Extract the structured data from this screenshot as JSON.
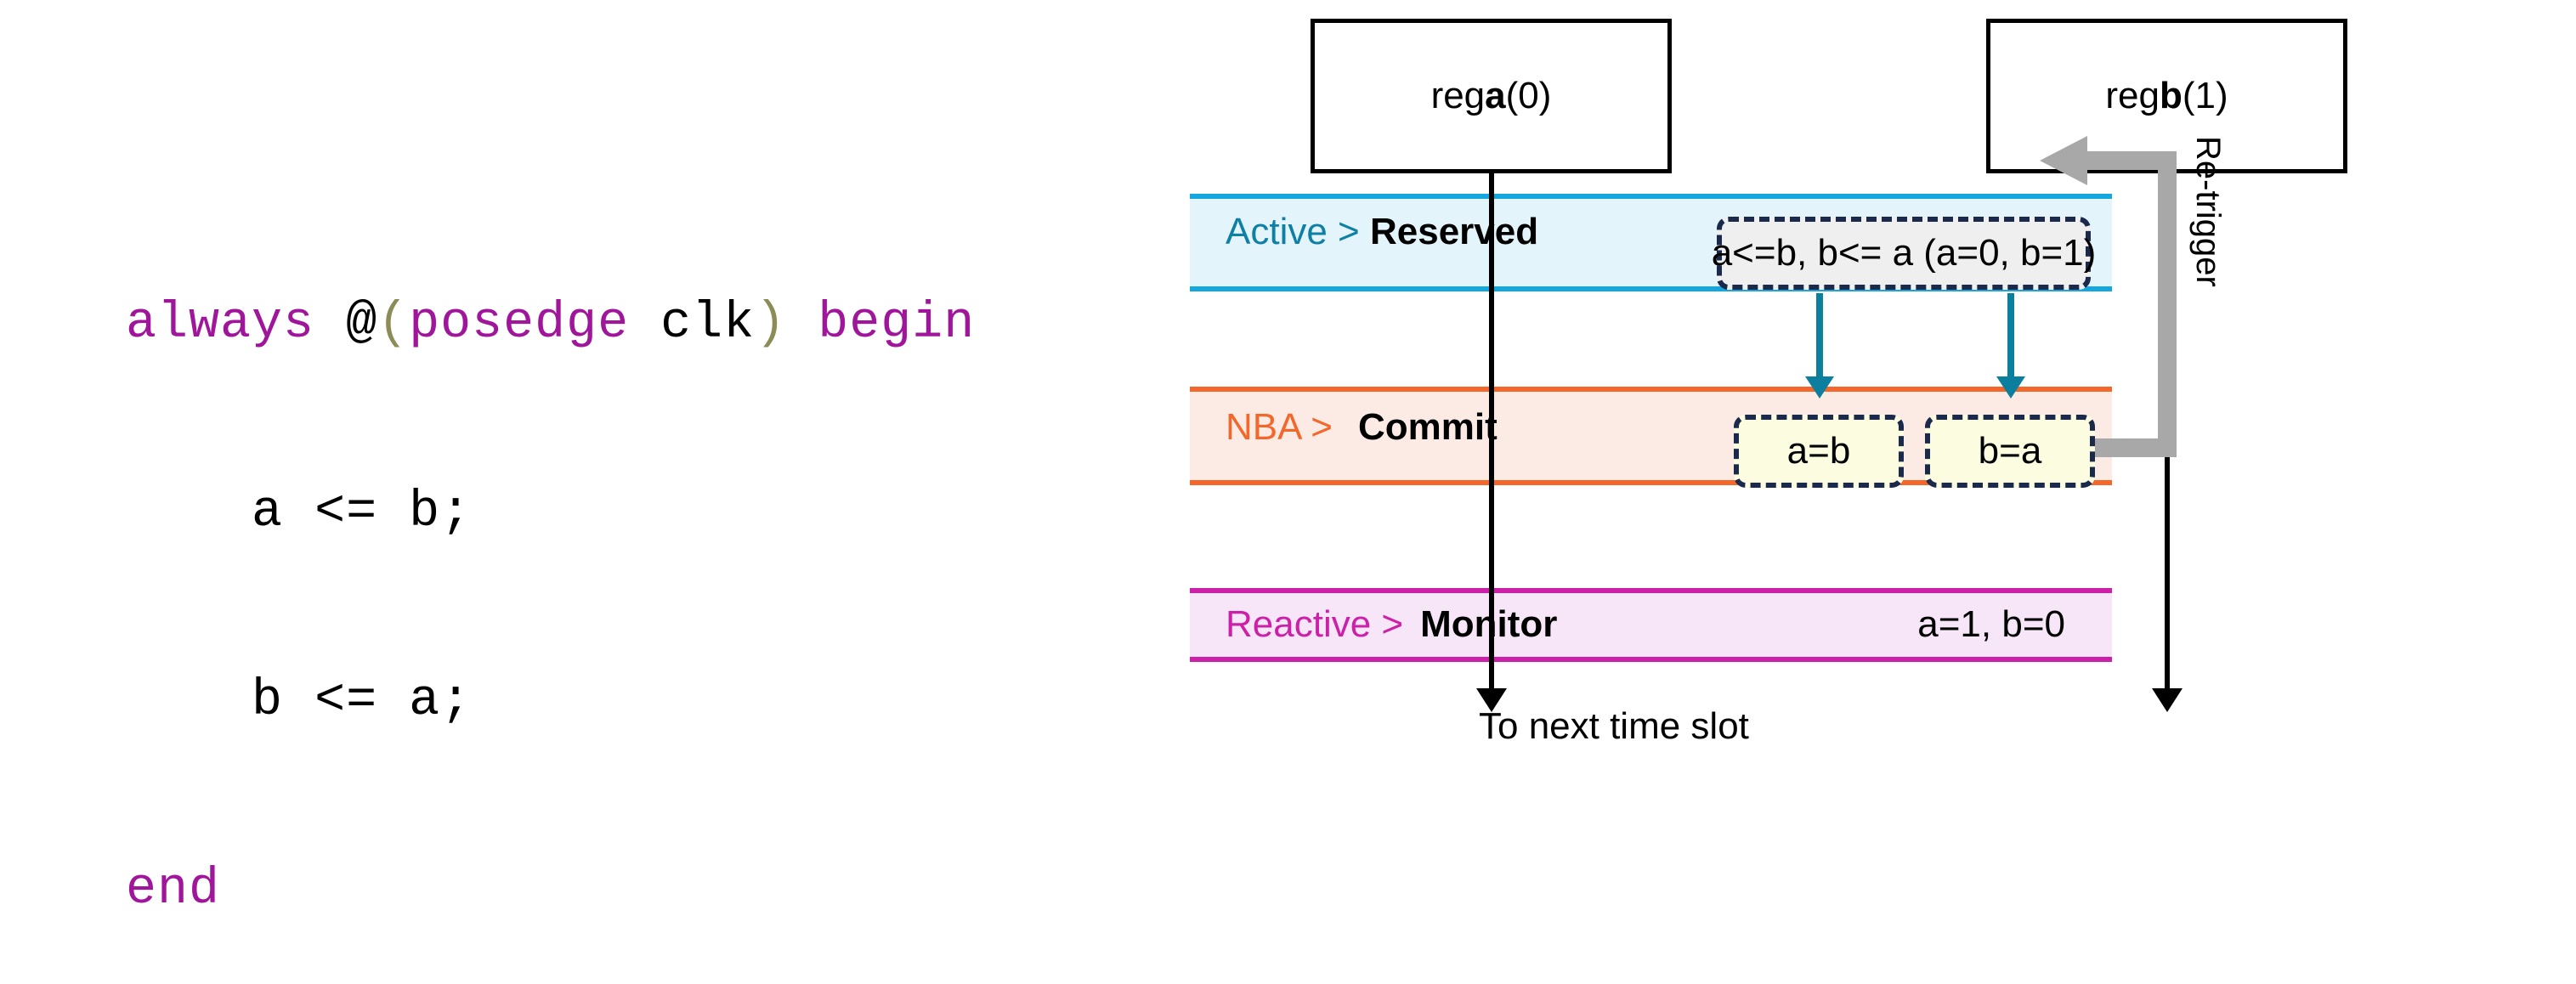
{
  "code": {
    "lines": [
      {
        "id": "line-1",
        "segments": [
          {
            "text": "always ",
            "style": "kw"
          },
          {
            "text": "@",
            "style": "plain"
          },
          {
            "text": "(",
            "style": "paren"
          },
          {
            "text": "posedge ",
            "style": "kw"
          },
          {
            "text": "clk",
            "style": "plain"
          },
          {
            "text": ")",
            "style": "paren"
          },
          {
            "text": " ",
            "style": "plain"
          },
          {
            "text": "begin",
            "style": "kw"
          }
        ]
      },
      {
        "id": "line-2",
        "segments": [
          {
            "text": "    a <= b;",
            "style": "plain"
          }
        ]
      },
      {
        "id": "line-3",
        "segments": [
          {
            "text": "    b <= a;",
            "style": "plain"
          }
        ]
      },
      {
        "id": "line-4",
        "segments": [
          {
            "text": "end",
            "style": "kw"
          }
        ]
      }
    ],
    "full_text": "always @(posedge clk) begin\n    a <= b;\n    b <= a;\nend"
  },
  "diagram": {
    "registers": [
      {
        "id": "reg-a",
        "prefix": "reg ",
        "name": "a",
        "suffix": " (0)",
        "label": "reg a (0)"
      },
      {
        "id": "reg-b",
        "prefix": "reg ",
        "name": "b",
        "suffix": " (1)",
        "label": "reg b (1)"
      }
    ],
    "regions": [
      {
        "id": "active",
        "phase": "Active >",
        "step": "Reserved",
        "color": "#13a7dd",
        "text_color": "#0e7fa5",
        "background": "#e4f4fb"
      },
      {
        "id": "nba",
        "phase": "NBA >",
        "step": "Commit",
        "color": "#f4672a",
        "text_color": "#f4672a",
        "background": "#fceae4"
      },
      {
        "id": "reactive",
        "phase": "Reactive >",
        "step": "Monitor",
        "color": "#cd20a8",
        "text_color": "#cd20a8",
        "background": "#f7e6f8"
      }
    ],
    "reserved_ops": "a<=b, b<= a (a=0, b=1)",
    "commit_boxes": [
      {
        "id": "commit-a",
        "label": "a=b"
      },
      {
        "id": "commit-b",
        "label": "b=a"
      }
    ],
    "monitor_values": "a=1, b=0",
    "retrigger_label": "Re-trigger",
    "next_slot_caption": "To next time slot"
  }
}
